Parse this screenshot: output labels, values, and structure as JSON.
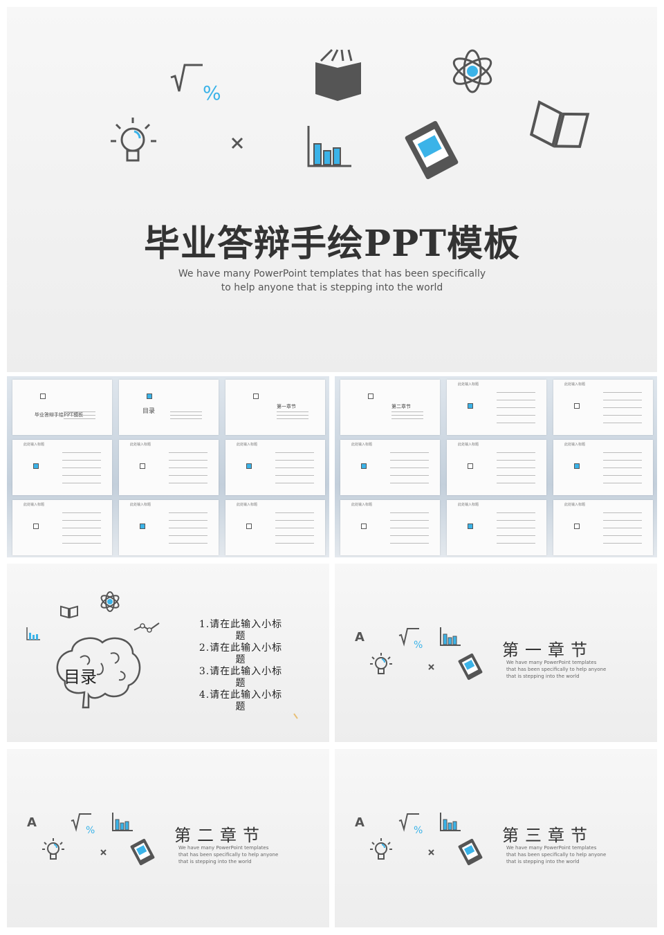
{
  "hero": {
    "title": "毕业答辩手绘PPT模板",
    "subtitle_line1": "We have many PowerPoint templates that has been specifically",
    "subtitle_line2": "to help anyone that is stepping into the world"
  },
  "thumbnails": {
    "left": [
      {
        "label": "毕业答辩手绘PPT模板"
      },
      {
        "label": "目录"
      },
      {
        "label": "第一章节"
      },
      {
        "label": "此处输入标题"
      },
      {
        "label": "此处输入标题"
      },
      {
        "label": "此处输入标题"
      },
      {
        "label": "此处输入标题"
      },
      {
        "label": "此处输入标题"
      },
      {
        "label": "此处输入标题"
      }
    ],
    "right": [
      {
        "label": "第二章节"
      },
      {
        "label": "此处输入标题"
      },
      {
        "label": "此处输入标题"
      },
      {
        "label": "此处输入标题"
      },
      {
        "label": "此处输入标题"
      },
      {
        "label": "此处输入标题"
      },
      {
        "label": "此处输入标题"
      },
      {
        "label": "此处输入标题"
      },
      {
        "label": "此处输入标题"
      }
    ]
  },
  "toc": {
    "title": "目录",
    "items": [
      {
        "line1": "1.请在此输入小标",
        "line2": "题"
      },
      {
        "line1": "2.请在此输入小标",
        "line2": "题"
      },
      {
        "line1": "3.请在此输入小标",
        "line2": "题"
      },
      {
        "line1": "4.请在此输入小标",
        "line2": "题"
      }
    ]
  },
  "chapters": [
    {
      "title": "第一章节",
      "desc1": "We have many PowerPoint templates",
      "desc2": "that has been specifically to help anyone",
      "desc3": "that is stepping into the world"
    },
    {
      "title": "第二章节",
      "desc1": "We have many PowerPoint templates",
      "desc2": "that has been specifically to help anyone",
      "desc3": "that is stepping into the world"
    },
    {
      "title": "第三章节",
      "desc1": "We have many PowerPoint templates",
      "desc2": "that has been specifically to help anyone",
      "desc3": "that is stepping into the world"
    }
  ],
  "icons": {
    "sqrt": "√",
    "percent": "%",
    "plus": "+",
    "letter_a": "A"
  },
  "colors": {
    "accent": "#3bb3e8",
    "icon": "#555555",
    "title": "#333333"
  }
}
